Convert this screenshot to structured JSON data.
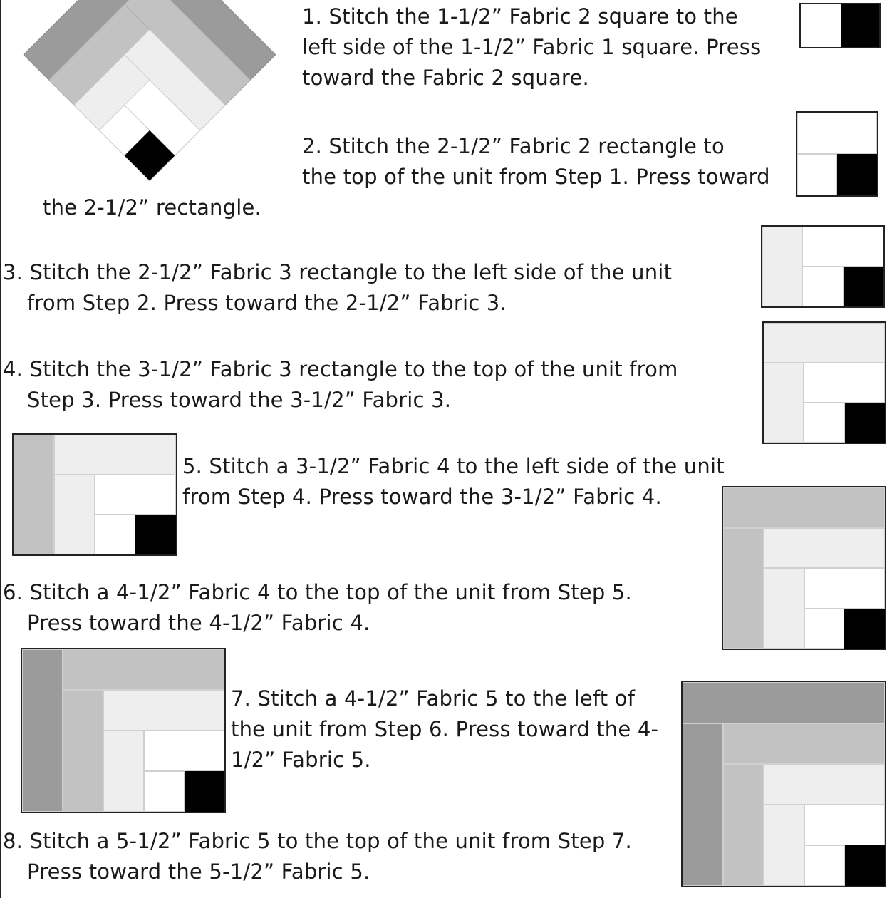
{
  "palette": {
    "fabric1": "#000000",
    "fabric2": "#ffffff",
    "fabric3": "#eeeeee",
    "fabric4": "#c2c2c2",
    "fabric5": "#9b9b9b"
  },
  "steps": [
    {
      "lines": [
        "1.  Stitch the 1-1/2” Fabric 2 square to the",
        "left side of the 1-1/2” Fabric 1 square.  Press",
        "toward the Fabric 2 square."
      ]
    },
    {
      "lines": [
        "2.  Stitch the 2-1/2” Fabric 2 rectangle to",
        "the top of the unit from Step 1. Press toward",
        "the 2-1/2” rectangle."
      ]
    },
    {
      "lines": [
        "3.  Stitch the 2-1/2” Fabric 3 rectangle to the left side of the unit",
        "from Step 2.  Press toward the 2-1/2” Fabric 3."
      ]
    },
    {
      "lines": [
        "4.  Stitch the 3-1/2” Fabric 3 rectangle to the top of the unit from",
        "Step 3.  Press toward the 3-1/2” Fabric 3."
      ]
    },
    {
      "lines": [
        "5.  Stitch a 3-1/2” Fabric 4 to the left side of the unit",
        "from Step 4.  Press toward the 3-1/2” Fabric 4."
      ]
    },
    {
      "lines": [
        "6.  Stitch a 4-1/2” Fabric 4 to the top of the unit from Step 5.",
        "Press toward the 4-1/2” Fabric 4."
      ]
    },
    {
      "lines": [
        "7.  Stitch a 4-1/2” Fabric 5 to the left of",
        "the unit from Step 6.  Press toward the 4-",
        "1/2” Fabric 5."
      ]
    },
    {
      "lines": [
        "8.  Stitch a 5-1/2” Fabric 5 to the top of the unit from Step 7.",
        "Press toward the 5-1/2” Fabric 5."
      ]
    }
  ]
}
